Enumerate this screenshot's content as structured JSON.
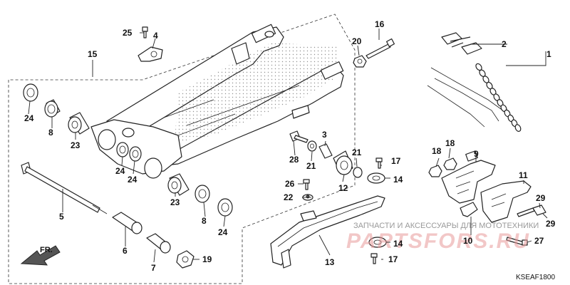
{
  "diagram": {
    "code": "KSEAF1800",
    "front_label": "FR.",
    "watermark_line": "ЗАПЧАСТИ И АКСЕССУАРЫ ДЛЯ МОТОТЕХНИКИ",
    "watermark_brand": "PARTSFORS.RU",
    "callouts": [
      {
        "id": "c1",
        "label": "1"
      },
      {
        "id": "c2",
        "label": "2"
      },
      {
        "id": "c3",
        "label": "3"
      },
      {
        "id": "c4",
        "label": "4"
      },
      {
        "id": "c5",
        "label": "5"
      },
      {
        "id": "c6",
        "label": "6"
      },
      {
        "id": "c7",
        "label": "7"
      },
      {
        "id": "c8a",
        "label": "8"
      },
      {
        "id": "c8b",
        "label": "8"
      },
      {
        "id": "c9",
        "label": "9"
      },
      {
        "id": "c10",
        "label": "10"
      },
      {
        "id": "c11",
        "label": "11"
      },
      {
        "id": "c12",
        "label": "12"
      },
      {
        "id": "c13",
        "label": "13"
      },
      {
        "id": "c14a",
        "label": "14"
      },
      {
        "id": "c14b",
        "label": "14"
      },
      {
        "id": "c15",
        "label": "15"
      },
      {
        "id": "c16",
        "label": "16"
      },
      {
        "id": "c17a",
        "label": "17"
      },
      {
        "id": "c17b",
        "label": "17"
      },
      {
        "id": "c18a",
        "label": "18"
      },
      {
        "id": "c18b",
        "label": "18"
      },
      {
        "id": "c19",
        "label": "19"
      },
      {
        "id": "c20",
        "label": "20"
      },
      {
        "id": "c21a",
        "label": "21"
      },
      {
        "id": "c21b",
        "label": "21"
      },
      {
        "id": "c22",
        "label": "22"
      },
      {
        "id": "c23a",
        "label": "23"
      },
      {
        "id": "c23b",
        "label": "23"
      },
      {
        "id": "c24a",
        "label": "24"
      },
      {
        "id": "c24b",
        "label": "24"
      },
      {
        "id": "c24c",
        "label": "24"
      },
      {
        "id": "c24d",
        "label": "24"
      },
      {
        "id": "c25",
        "label": "25"
      },
      {
        "id": "c26",
        "label": "26"
      },
      {
        "id": "c27",
        "label": "27"
      },
      {
        "id": "c28",
        "label": "28"
      },
      {
        "id": "c29a",
        "label": "29"
      },
      {
        "id": "c29b",
        "label": "29"
      }
    ]
  }
}
